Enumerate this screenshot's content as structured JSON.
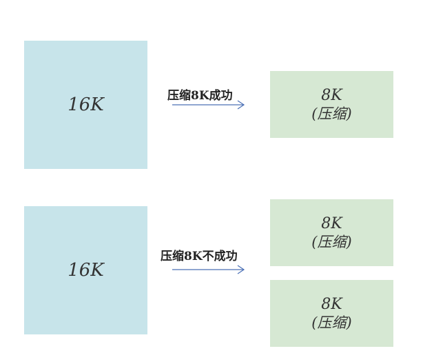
{
  "top_row": {
    "source_label": "16K",
    "arrow_label": "压缩8K成功",
    "result": {
      "size": "8K",
      "note": "(压缩)"
    }
  },
  "bottom_row": {
    "source_label": "16K",
    "arrow_label": "压缩8K不成功",
    "results": [
      {
        "size": "8K",
        "note": "(压缩)"
      },
      {
        "size": "8K",
        "note": "(压缩)"
      }
    ]
  },
  "colors": {
    "source_box": "#c7e4ea",
    "result_box": "#d6e8d3",
    "arrow": "#4a6fb5"
  }
}
